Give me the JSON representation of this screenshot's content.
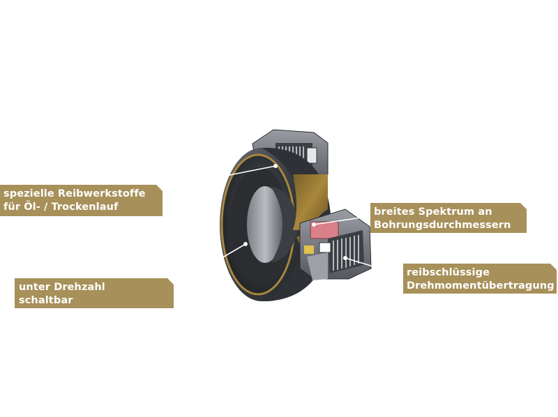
{
  "callouts": [
    {
      "lines": [
        "spezielle Reibwerkstoffe",
        "für Öl- / Trockenlauf"
      ]
    },
    {
      "lines": [
        "unter Drehzahl",
        "schaltbar"
      ]
    },
    {
      "lines": [
        "breites Spektrum an",
        "Bohrungsdurchmessern"
      ]
    },
    {
      "lines": [
        "reibschlüssige",
        "Drehmomentübertragung"
      ]
    }
  ],
  "colors": {
    "label_background": "#a7905a",
    "label_text": "#ffffff",
    "metal_dark": "#3a3d42",
    "metal_light": "#8c9096",
    "brass": "#a8873c",
    "friction_lining": "#d9808a"
  }
}
